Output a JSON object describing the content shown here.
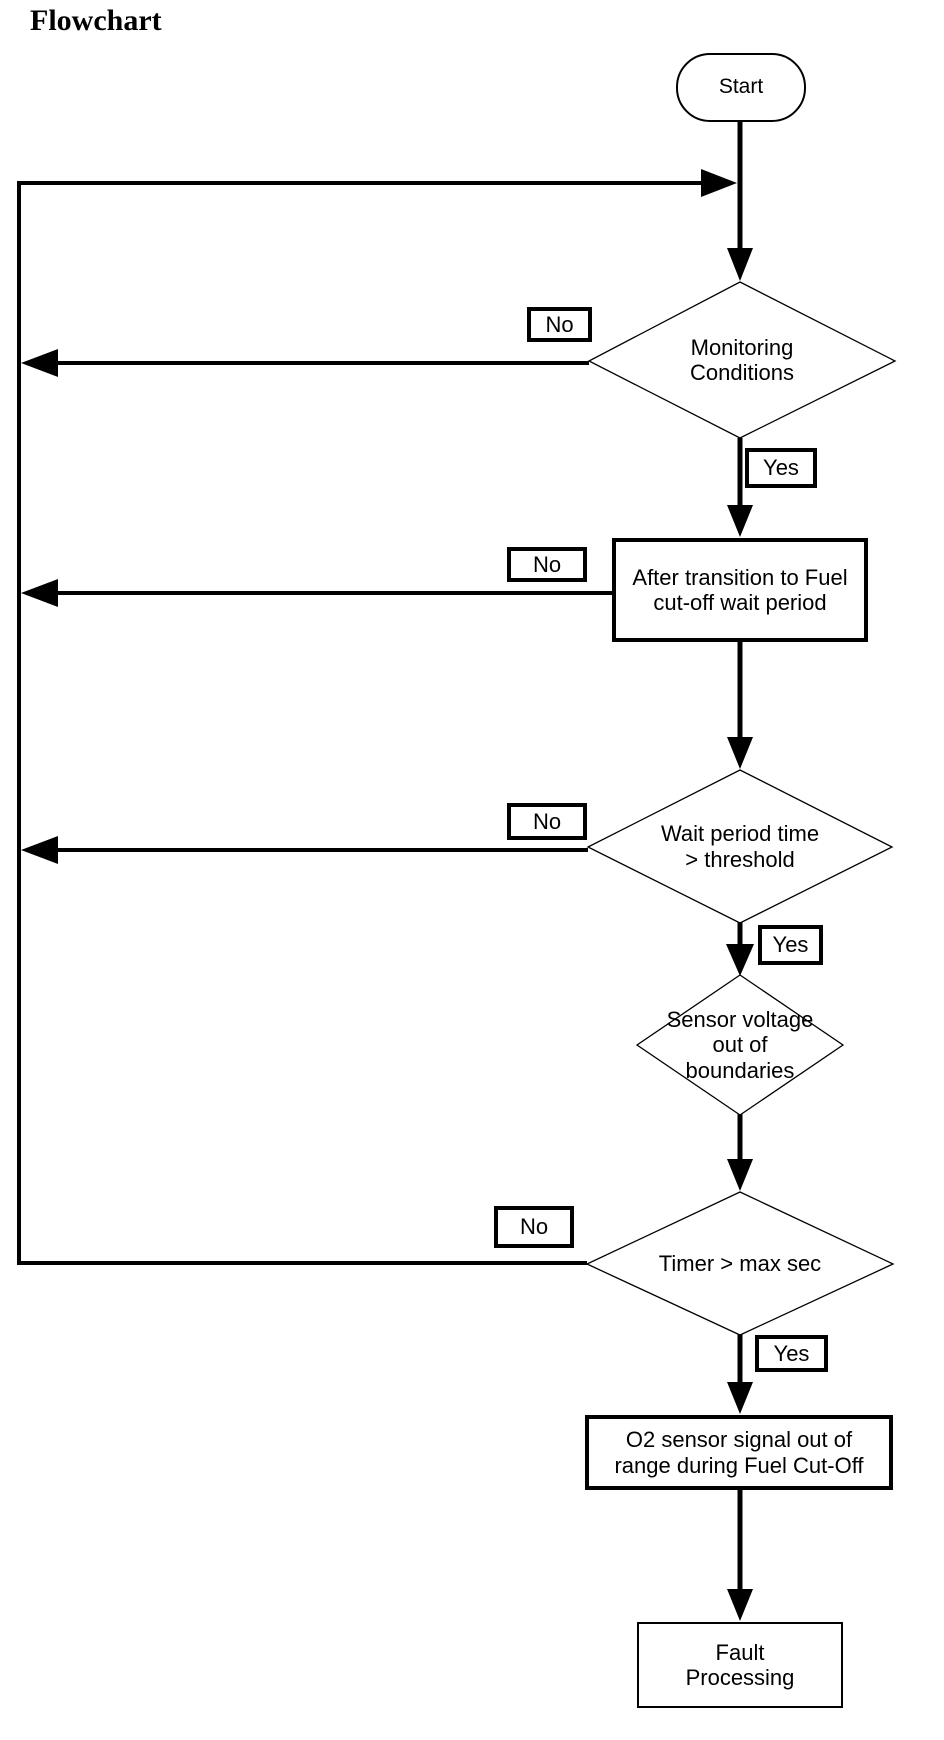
{
  "title": "Flowchart",
  "labels": {
    "no": "No",
    "yes": "Yes"
  },
  "colors": {
    "ink": "#000000",
    "background": "#ffffff"
  },
  "nodes": {
    "start": {
      "type": "terminator",
      "label": "Start"
    },
    "monitoring_conditions": {
      "type": "decision",
      "label": "Monitoring\nConditions"
    },
    "after_transition": {
      "type": "process",
      "label": "After transition to Fuel\ncut-off wait period"
    },
    "wait_period": {
      "type": "decision",
      "label": "Wait period time\n> threshold"
    },
    "sensor_voltage": {
      "type": "decision",
      "label": "Sensor voltage\nout of\nboundaries"
    },
    "timer": {
      "type": "decision",
      "label": "Timer > max sec"
    },
    "o2_signal": {
      "type": "process",
      "label": "O2 sensor signal out of\nrange during Fuel Cut-Off"
    },
    "fault_processing": {
      "type": "process",
      "label": "Fault\nProcessing"
    }
  },
  "edges": [
    {
      "from": "start",
      "to": "monitoring_conditions",
      "label": ""
    },
    {
      "from": "monitoring_conditions",
      "to": "loop-return",
      "label": "No"
    },
    {
      "from": "monitoring_conditions",
      "to": "after_transition",
      "label": "Yes"
    },
    {
      "from": "after_transition",
      "to": "loop-return",
      "label": "No"
    },
    {
      "from": "after_transition",
      "to": "wait_period",
      "label": ""
    },
    {
      "from": "wait_period",
      "to": "loop-return",
      "label": "No"
    },
    {
      "from": "wait_period",
      "to": "sensor_voltage",
      "label": "Yes"
    },
    {
      "from": "sensor_voltage",
      "to": "timer",
      "label": ""
    },
    {
      "from": "timer",
      "to": "loop-return",
      "label": "No"
    },
    {
      "from": "timer",
      "to": "o2_signal",
      "label": "Yes"
    },
    {
      "from": "o2_signal",
      "to": "fault_processing",
      "label": ""
    }
  ]
}
